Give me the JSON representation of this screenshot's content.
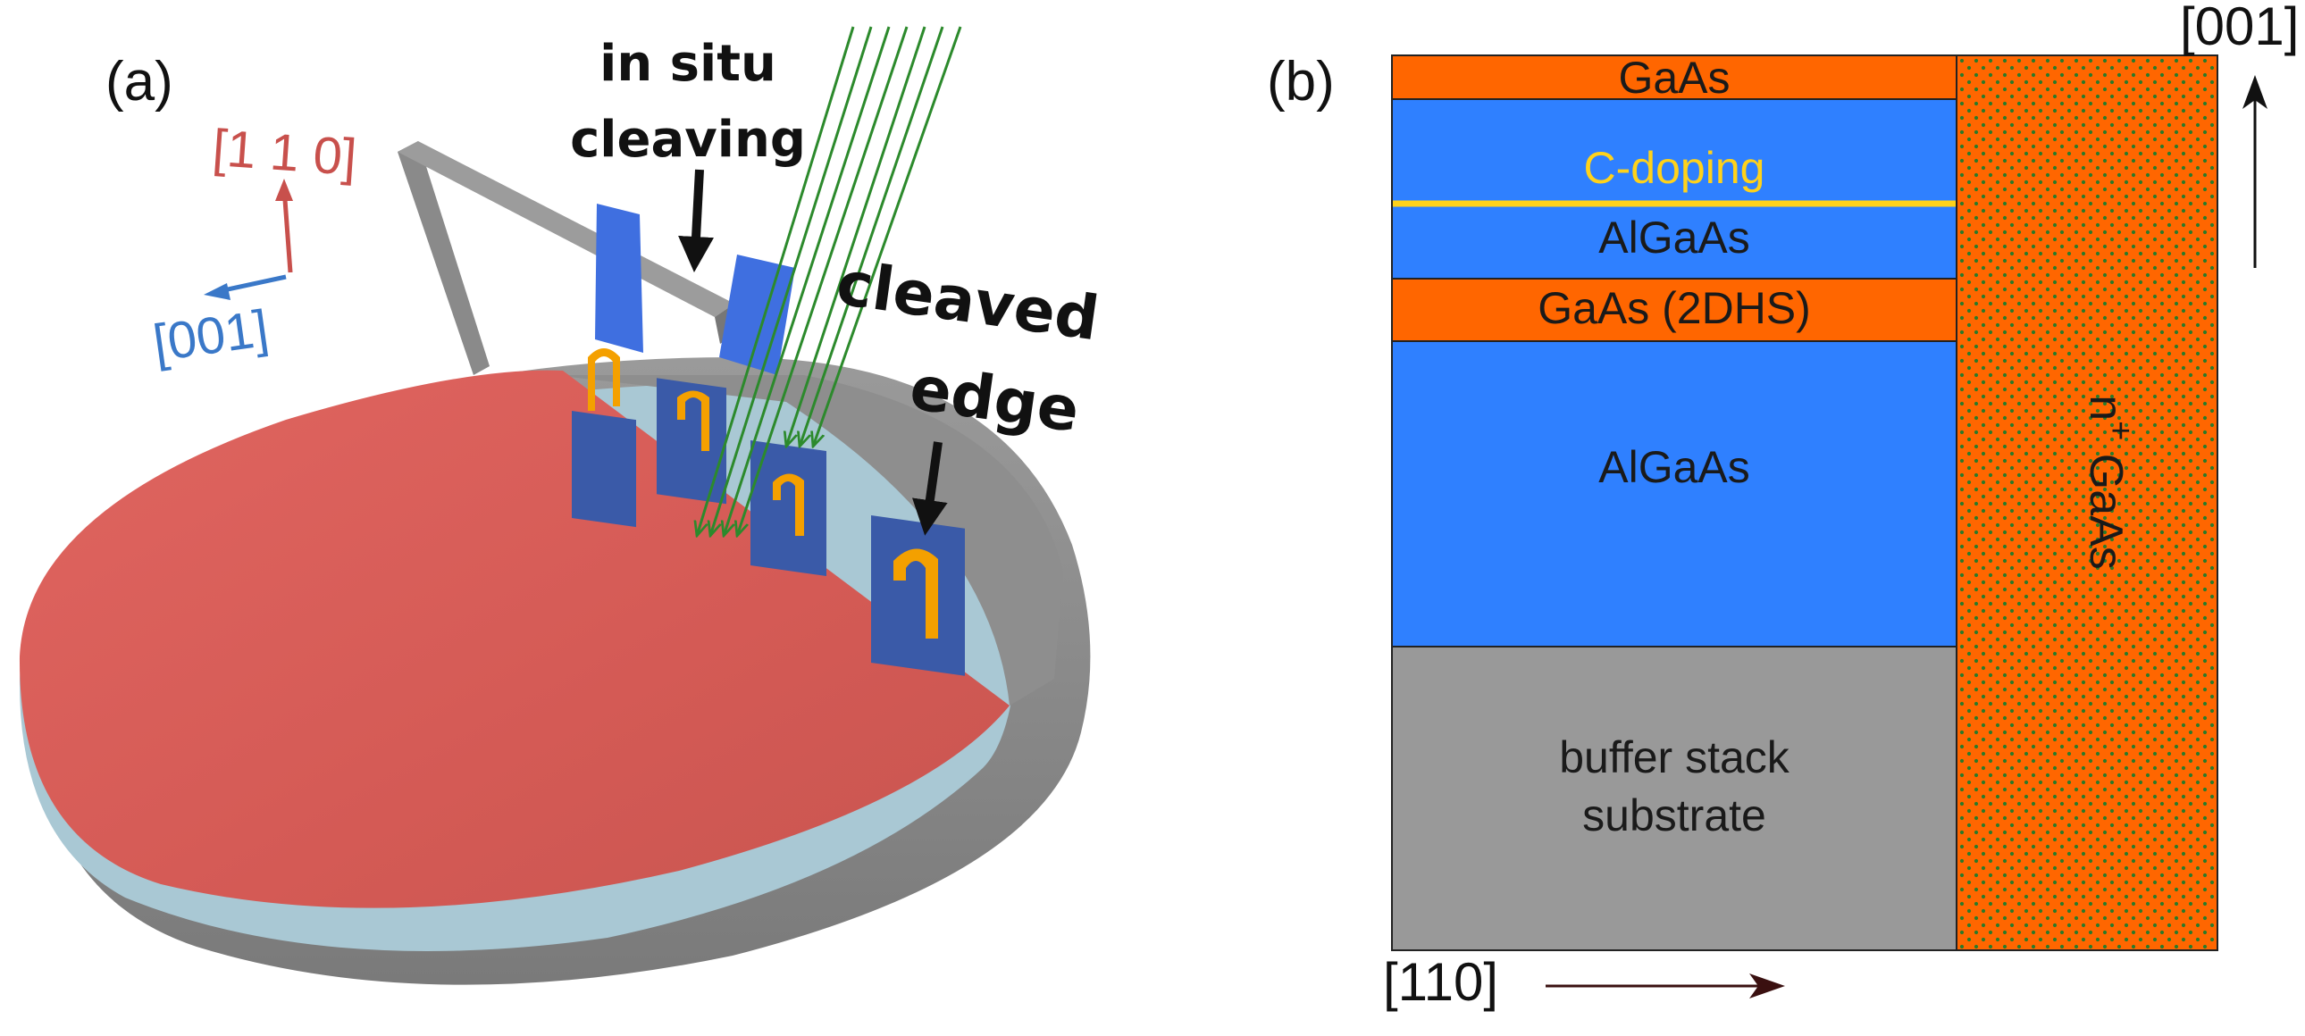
{
  "panel_a": {
    "label": "(a)",
    "annotation_cleaving_line1": "in situ",
    "annotation_cleaving_line2": "cleaving",
    "annotation_edge_line1": "cleaved",
    "annotation_edge_line2": "edge",
    "axis_up_label": "[1 1 0]",
    "axis_left_label": "[001]",
    "colors": {
      "wafer": "#d45a55",
      "holder": "#8c8c8c",
      "chip": "#3a5aa8",
      "contact": "#f4a000",
      "beam": "#2c8a2c",
      "axis_up": "#c8504c",
      "axis_left": "#3a78c8"
    }
  },
  "panel_b": {
    "label": "(b)",
    "layers": [
      {
        "label": "GaAs",
        "color": "#ff6600"
      },
      {
        "label": "C-doping",
        "color": "#2f80ff",
        "label_color": "#ffd21a"
      },
      {
        "label": "AlGaAs",
        "color": "#2f80ff"
      },
      {
        "label": "GaAs (2DHS)",
        "color": "#ff6600"
      },
      {
        "label": "AlGaAs",
        "color": "#2f80ff"
      },
      {
        "label_line1": "buffer stack",
        "label_line2": "substrate",
        "color": "#999999"
      }
    ],
    "doping_line_color": "#ffd21a",
    "contact_label_main": "n",
    "contact_label_sup": "+",
    "contact_label_rest": " GaAs",
    "contact_color": "#ff6600",
    "contact_dot_color": "#2a7a2a",
    "axis_vertical_label": "[001]",
    "axis_horizontal_label": "[110]"
  }
}
